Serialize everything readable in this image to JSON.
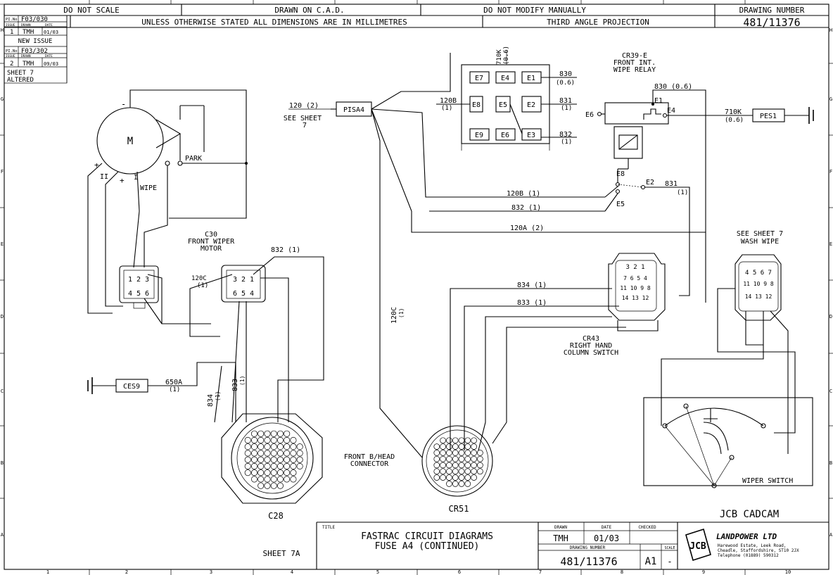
{
  "header": {
    "do_not_scale": "DO NOT SCALE",
    "drawn_on": "DRAWN ON C.A.D.",
    "do_not_modify": "DO NOT MODIFY MANUALLY",
    "drawing_number_label": "DRAWING NUMBER",
    "units_note": "UNLESS OTHERWISE STATED ALL DIMENSIONS ARE IN MILLIMETRES",
    "projection": "THIRD ANGLE PROJECTION",
    "drawing_number": "481/11376"
  },
  "revisions": {
    "pl_no_1": "F03/030",
    "issue_label": "ISSUE",
    "drawn_label": "DRAWN",
    "date_label": "DATE",
    "issue_1": "1",
    "drawn_1": "TMH",
    "date_1": "01/03",
    "note_1": "NEW ISSUE",
    "pl_no_2": "F03/302",
    "issue_2": "2",
    "drawn_2": "TMH",
    "date_2": "09/03",
    "note_2a": "SHEET 7",
    "note_2b": "ALTERED",
    "pl_label": "PI.No"
  },
  "border": {
    "cols": [
      "1",
      "2",
      "3",
      "4",
      "5",
      "6",
      "7",
      "8",
      "9",
      "10"
    ],
    "rows": [
      "H",
      "G",
      "F",
      "E",
      "D",
      "C",
      "B",
      "A"
    ]
  },
  "components": {
    "motor": {
      "symbol": "M",
      "park": "PARK",
      "wipe": "WIPE",
      "minus": "-",
      "plus": "+",
      "plus2": "+",
      "ii": "II",
      "i": "I"
    },
    "c30": {
      "id": "C30",
      "line1": "FRONT WIPER",
      "line2": "MOTOR",
      "pins_top": "3 2 1",
      "pins_bottom": "6 5 4"
    },
    "motor_conn": {
      "pins_top": "1 2 3",
      "pins_bottom": "4 5 6"
    },
    "pisa4": "PISA4",
    "see_sheet": "SEE SHEET",
    "seven": "7",
    "ces9": "CES9",
    "pes1": "PES1",
    "relay": {
      "id": "CR39-E",
      "line1": "FRONT INT.",
      "line2": "WIPE RELAY",
      "e1": "E1",
      "e4": "E4",
      "e6": "E6",
      "e8": "E8",
      "e2": "E2",
      "e5": "E5"
    },
    "fuse_box": {
      "e7": "E7",
      "e4": "E4",
      "e1": "E1",
      "e8": "E8",
      "e5": "E5",
      "e2": "E2",
      "e9": "E9",
      "e6": "E6",
      "e3": "E3"
    },
    "cr43": {
      "id": "CR43",
      "line1": "RIGHT HAND",
      "line2": "COLUMN SWITCH"
    },
    "wash_wipe": {
      "line1": "SEE SHEET 7",
      "line2": "WASH WIPE"
    },
    "c28": "C28",
    "cr51": "CR51",
    "front_bhead": {
      "line1": "FRONT B/HEAD",
      "line2": "CONNECTOR"
    },
    "wiper_switch": "WIPER SWITCH",
    "jcb_cadcam": "JCB CADCAM"
  },
  "wires": {
    "w120_2": "120 (2)",
    "w120b_1": "120B",
    "w830": "830",
    "w830_06": "(0.6)",
    "w830_relay": "830 (0.6)",
    "w831": "831",
    "w832": "832",
    "w1": "(1)",
    "w710k": "710K",
    "w710k_06": "(0.6)",
    "w120b_h": "120B (1)",
    "w832_h": "832 (1)",
    "w120a_h": "120A (2)",
    "w834_h": "834 (1)",
    "w833_h": "833 (1)",
    "w832_c30": "832 (1)",
    "w120c": "120C",
    "w650a": "650A",
    "w834_v": "834",
    "w833_v": "833",
    "w831_relay": "831"
  },
  "title_block": {
    "title_label": "TITLE",
    "title1": "FASTRAC CIRCUIT DIAGRAMS",
    "title2": "FUSE A4 (CONTINUED)",
    "sheet": "SHEET 7A",
    "drawn_label": "DRAWN",
    "date_label": "DATE",
    "checked_label": "CHECKED",
    "drawn": "TMH",
    "date": "01/03",
    "drawing_number_label": "DRAWING NUMBER",
    "scale_label": "SCALE",
    "drawing_number": "481/11376",
    "size": "A1",
    "scale": "-",
    "company": "LANDPOWER LTD",
    "logo": "JCB",
    "addr1": "Harewood Estate, Leek Road,",
    "addr2": "Cheadle, Staffordshire, ST10 2JX",
    "addr3": "Telephone (01889) 590312"
  }
}
